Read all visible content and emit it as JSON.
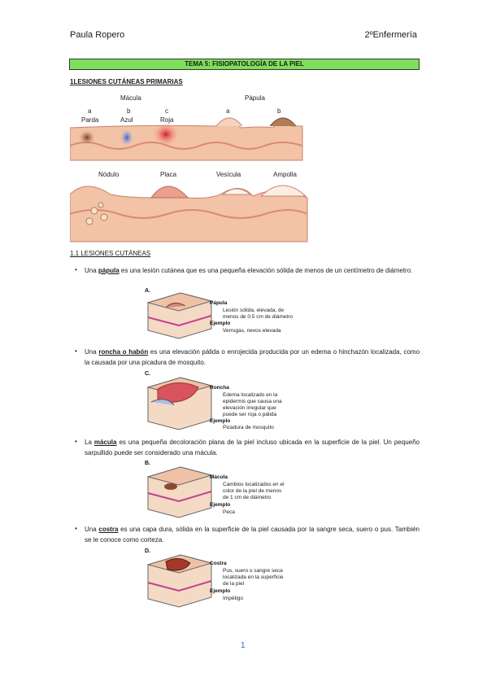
{
  "header": {
    "author": "Paula Ropero",
    "course": "2ºEnfermería"
  },
  "title": "TEMA 5: FISIOPATOLOGÍA DE LA PIEL",
  "section1": "1LESIONES CUTÁNEAS PRIMARIAS",
  "diagram_top": {
    "macula": "Mácula",
    "papula": "Pápula",
    "letters": [
      "a",
      "b",
      "c",
      "a",
      "b"
    ],
    "macula_types": [
      "Parda",
      "Azul",
      "Roja"
    ]
  },
  "diagram_bottom": {
    "labels": [
      "Nódulo",
      "Placa",
      "Vesícula",
      "Ampolla"
    ]
  },
  "section2": "1.1 LESIONES CUTÁNEAS",
  "items": [
    {
      "prefix": "Una ",
      "term": "pápula",
      "text": " es una lesión cutánea que es una pequeña elevación sólida de menos de un centímetro de diámetro.",
      "card": {
        "letter": "A.",
        "name": "Pápula",
        "desc": [
          "Lesión sólida, elevada, de",
          "menos de 0.5 cm de diámetro"
        ],
        "example_label": "Ejemplo",
        "example": "Verrugas, nevos elevada"
      }
    },
    {
      "prefix": "Una ",
      "term": "roncha o habón",
      "text": " es una elevación pálida o enrojecida producida por un edema o hinchazón localizada, como la causada por una picadura de mosquito.",
      "card": {
        "letter": "C.",
        "name": "Roncha",
        "desc": [
          "Edema localizado en la",
          "epidermis que causa una",
          "elevación irregular que",
          "puede ser roja o pálida"
        ],
        "example_label": "Ejemplo",
        "example": "Picadura de mosquito"
      }
    },
    {
      "prefix": "La ",
      "term": "mácula",
      "text": " es una pequeña decoloración plana de la piel incluso ubicada en la superficie de la piel. Un pequeño sarpullido puede ser considerado una mácula.",
      "card": {
        "letter": "B.",
        "name": "Mácula",
        "desc": [
          "Cambios localizados en el",
          "color  de la piel de menos",
          "de 1 cm de diámetro"
        ],
        "example_label": "Ejemplo",
        "example": "Peca"
      }
    },
    {
      "prefix": "Una ",
      "term": "costra",
      "text": " es una capa dura, sólida en la superficie de la piel causada por la sangre seca, suero o pus. También se le conoce como corteza.",
      "card": {
        "letter": "D.",
        "name": "Costra",
        "desc": [
          "Pus, suero o sangre seca",
          "localizada en la superficie",
          "de la piel"
        ],
        "example_label": "Ejemplo",
        "example": "Impétigo"
      }
    }
  ],
  "page_number": "1",
  "colors": {
    "title_bar": "#7ee05a",
    "skin": "#f2c3a6",
    "skin_dark": "#d98a7a",
    "page_number": "#3366cc"
  }
}
